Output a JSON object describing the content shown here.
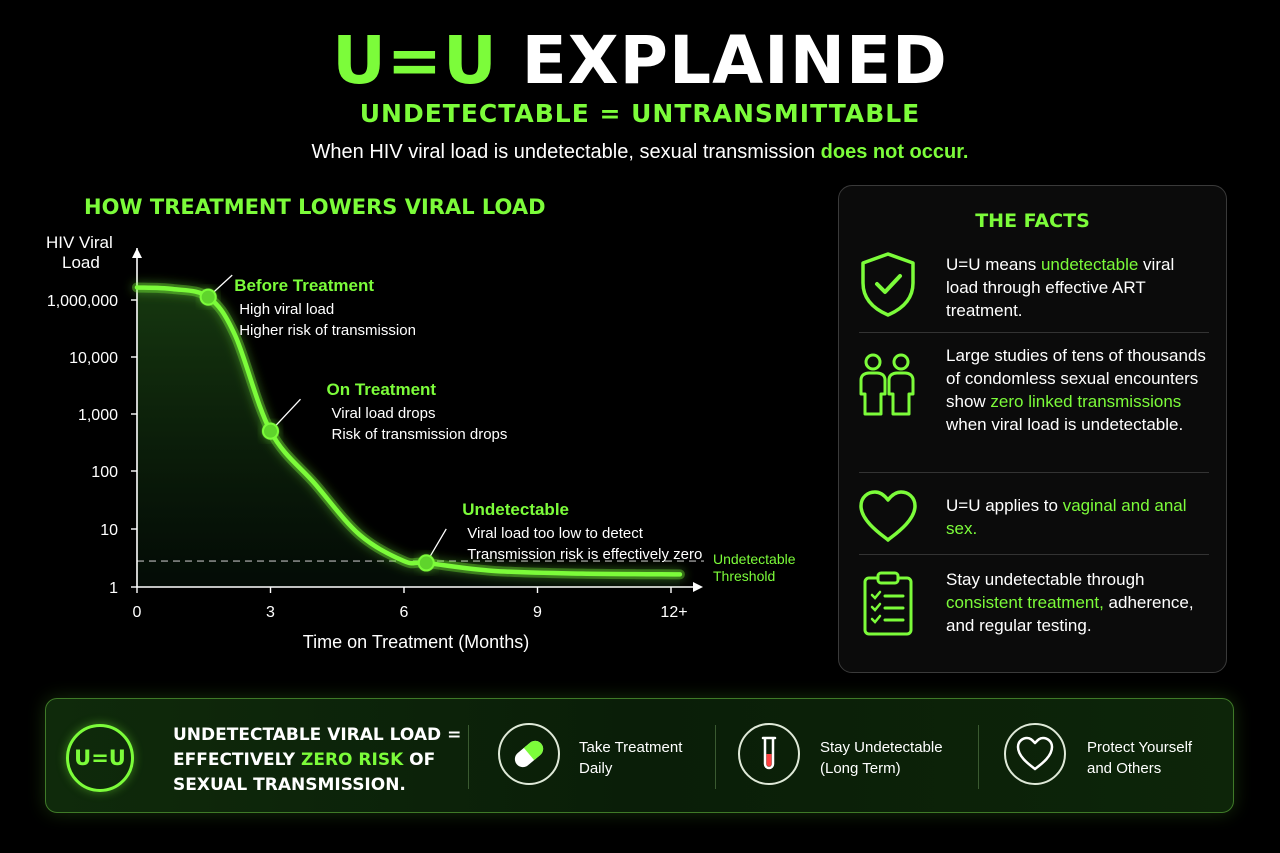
{
  "header": {
    "title_part1": "U=U",
    "title_part2": "EXPLAINED",
    "subtitle": "UNDETECTABLE = UNTRANSMITTABLE",
    "tagline_plain": "When HIV viral load is undetectable, sexual transmission ",
    "tagline_highlight": "does not occur."
  },
  "chart_data": {
    "type": "line",
    "title": "HOW TREATMENT LOWERS VIRAL LOAD",
    "ylabel_line1": "HIV Viral",
    "ylabel_line2": "Load",
    "xlabel": "Time on Treatment (Months)",
    "y_scale": "log",
    "x_ticks": [
      {
        "value": 0,
        "label": "0"
      },
      {
        "value": 3,
        "label": "3"
      },
      {
        "value": 6,
        "label": "6"
      },
      {
        "value": 9,
        "label": "9"
      },
      {
        "value": 12,
        "label": "12+"
      }
    ],
    "y_ticks": [
      {
        "value": 1,
        "label": "1"
      },
      {
        "value": 10,
        "label": "10"
      },
      {
        "value": 100,
        "label": "100"
      },
      {
        "value": 1000,
        "label": "1,000"
      },
      {
        "value": 10000,
        "label": "10,000"
      },
      {
        "value": 1000000,
        "label": "1,000,000"
      }
    ],
    "xlim": [
      0,
      12.3
    ],
    "series": [
      {
        "points": [
          {
            "x": 0,
            "y": 2200000
          },
          {
            "x": 0.8,
            "y": 2000000
          },
          {
            "x": 1.6,
            "y": 1200000
          },
          {
            "x": 2.2,
            "y": 60000
          },
          {
            "x": 3.0,
            "y": 500
          },
          {
            "x": 4.0,
            "y": 60
          },
          {
            "x": 5.0,
            "y": 8
          },
          {
            "x": 6.0,
            "y": 2.8
          },
          {
            "x": 6.5,
            "y": 2.6
          },
          {
            "x": 8.0,
            "y": 1.9
          },
          {
            "x": 10.0,
            "y": 1.7
          },
          {
            "x": 12.2,
            "y": 1.65
          }
        ]
      }
    ],
    "threshold": {
      "y": 2.8,
      "label_line1": "Undetectable",
      "label_line2": "Threshold"
    },
    "annotations": [
      {
        "x": 1.6,
        "y": 1200000,
        "title": "Before Treatment",
        "line1": "High viral load",
        "line2": "Higher risk of transmission"
      },
      {
        "x": 3.0,
        "y": 500,
        "title": "On Treatment",
        "line1": "Viral load drops",
        "line2": "Risk of transmission drops"
      },
      {
        "x": 6.5,
        "y": 2.6,
        "title": "Undetectable",
        "line1": "Viral load too low to detect",
        "line2": "Transmission risk is effectively zero"
      }
    ]
  },
  "facts": {
    "title": "THE FACTS",
    "items": [
      {
        "icon": "shield-check-icon",
        "parts": [
          {
            "t": "U=U means "
          },
          {
            "t": "undetectable",
            "g": true
          },
          {
            "t": " viral load through effective ART treatment."
          }
        ]
      },
      {
        "icon": "people-icon",
        "parts": [
          {
            "t": "Large studies of tens of thousands of condomless sexual encounters show "
          },
          {
            "t": "zero linked transmissions",
            "g": true
          },
          {
            "t": " when viral load is undetectable."
          }
        ]
      },
      {
        "icon": "heart-icon",
        "parts": [
          {
            "t": "U=U applies to "
          },
          {
            "t": "vaginal and anal sex.",
            "g": true
          }
        ]
      },
      {
        "icon": "clipboard-checklist-icon",
        "parts": [
          {
            "t": "Stay undetectable through "
          },
          {
            "t": "consistent treatment,",
            "g": true
          },
          {
            "t": " adherence, and regular testing."
          }
        ]
      }
    ]
  },
  "banner": {
    "badge": "U=U",
    "statement_part1": "UNDETECTABLE VIRAL LOAD = EFFECTIVELY ",
    "statement_highlight": "ZERO RISK",
    "statement_part2": " OF SEXUAL TRANSMISSION.",
    "items": [
      {
        "icon": "pill-icon",
        "line1": "Take Treatment",
        "line2": "Daily"
      },
      {
        "icon": "test-tube-icon",
        "line1": "Stay Undetectable",
        "line2": "(Long Term)"
      },
      {
        "icon": "heart-icon",
        "line1": "Protect Yourself",
        "line2": "and Others"
      }
    ]
  },
  "colors": {
    "accent": "#7CFC3A",
    "background": "#000000",
    "text": "#ffffff"
  }
}
